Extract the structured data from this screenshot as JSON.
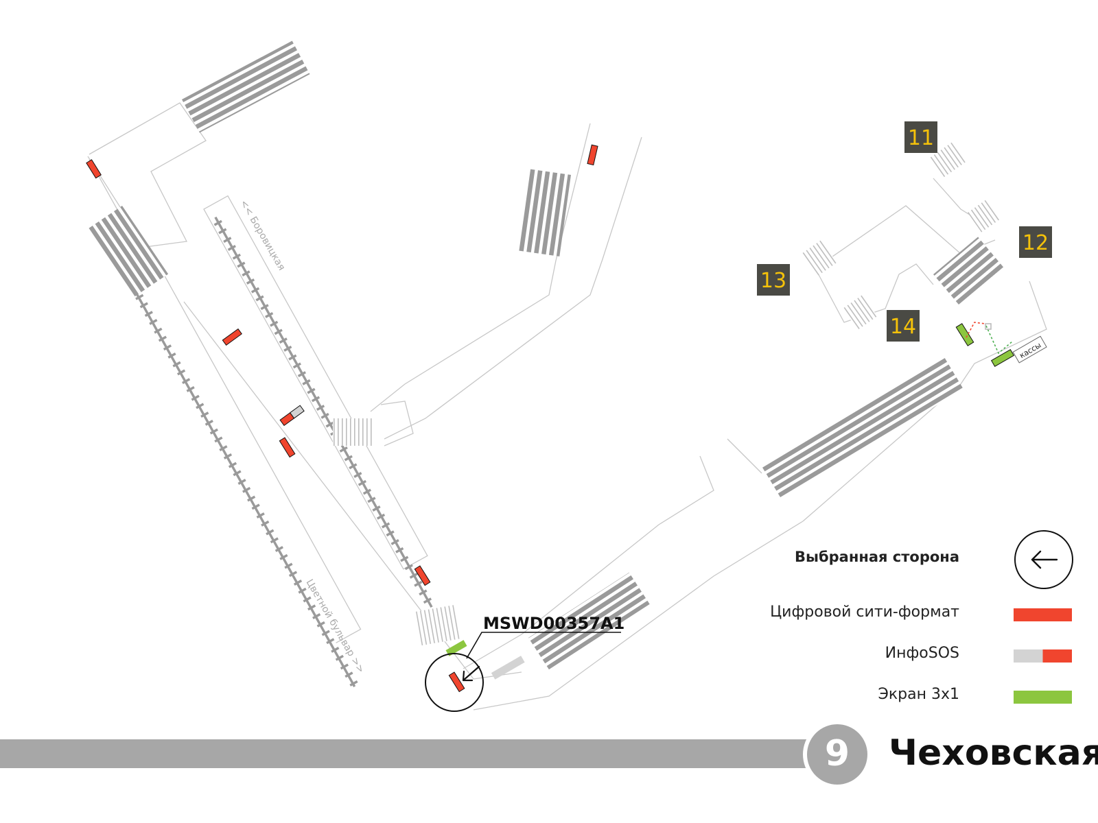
{
  "station": {
    "name": "Чеховская",
    "line_number": "9",
    "line_color": "#a7a7a7"
  },
  "exits": [
    "11",
    "12",
    "13",
    "14"
  ],
  "labels": {
    "track_left": "Цветной бульвар >>",
    "track_right": "<< Боровицкая",
    "ticket_office": "кассы"
  },
  "selected_ad": {
    "id": "MSWD00357A1"
  },
  "legend": {
    "selected_side": "Выбранная сторона",
    "digital_city_format": "Цифровой сити-формат",
    "infosos": "ИнфоSOS",
    "screen": "Экран 3x1"
  },
  "colors": {
    "digital_city_format": "#f0452e",
    "infosos_grey": "#d3d3d3",
    "screen": "#8cc63f",
    "exit_badge_bg": "#4a4a44",
    "exit_badge_text": "#f5c20a",
    "outline": "#c7c7c7",
    "escalator": "#9a9a9a"
  }
}
